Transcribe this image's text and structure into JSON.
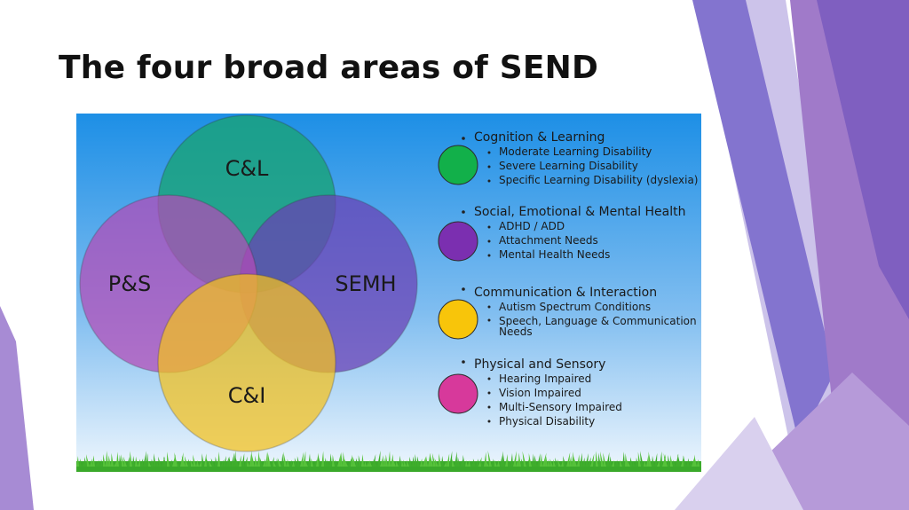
{
  "slide": {
    "title": "The four broad areas of SEND"
  },
  "venn": {
    "circles": [
      {
        "label": "C&L",
        "color": "#1aa37a"
      },
      {
        "label": "SEMH",
        "color": "#6a3fb5"
      },
      {
        "label": "P&S",
        "color": "#b44bb8"
      },
      {
        "label": "C&I",
        "color": "#f6c21c"
      }
    ]
  },
  "legend": {
    "categories": [
      {
        "title": "Cognition & Learning",
        "color": "#12b04a",
        "items": [
          "Moderate Learning Disability",
          "Severe Learning Disability",
          "Specific Learning Disability (dyslexia)"
        ]
      },
      {
        "title": "Social, Emotional & Mental Health",
        "color": "#7b2fb0",
        "items": [
          "ADHD / ADD",
          "Attachment Needs",
          "Mental Health Needs"
        ]
      },
      {
        "title": "Communication & Interaction",
        "color": "#f8c50a",
        "items": [
          "Autism Spectrum Conditions",
          "Speech, Language & Communication",
          "Needs"
        ]
      },
      {
        "title": "Physical and Sensory",
        "color": "#d7399b",
        "items": [
          "Hearing Impaired",
          "Vision Impaired",
          "Multi-Sensory Impaired",
          "Physical Disability"
        ]
      }
    ]
  },
  "colors": {
    "sky_top": "#1d8fe6",
    "sky_bottom": "#eef6fd",
    "grass": "#3aa92a",
    "decor_purple": "#8a6bd1"
  }
}
